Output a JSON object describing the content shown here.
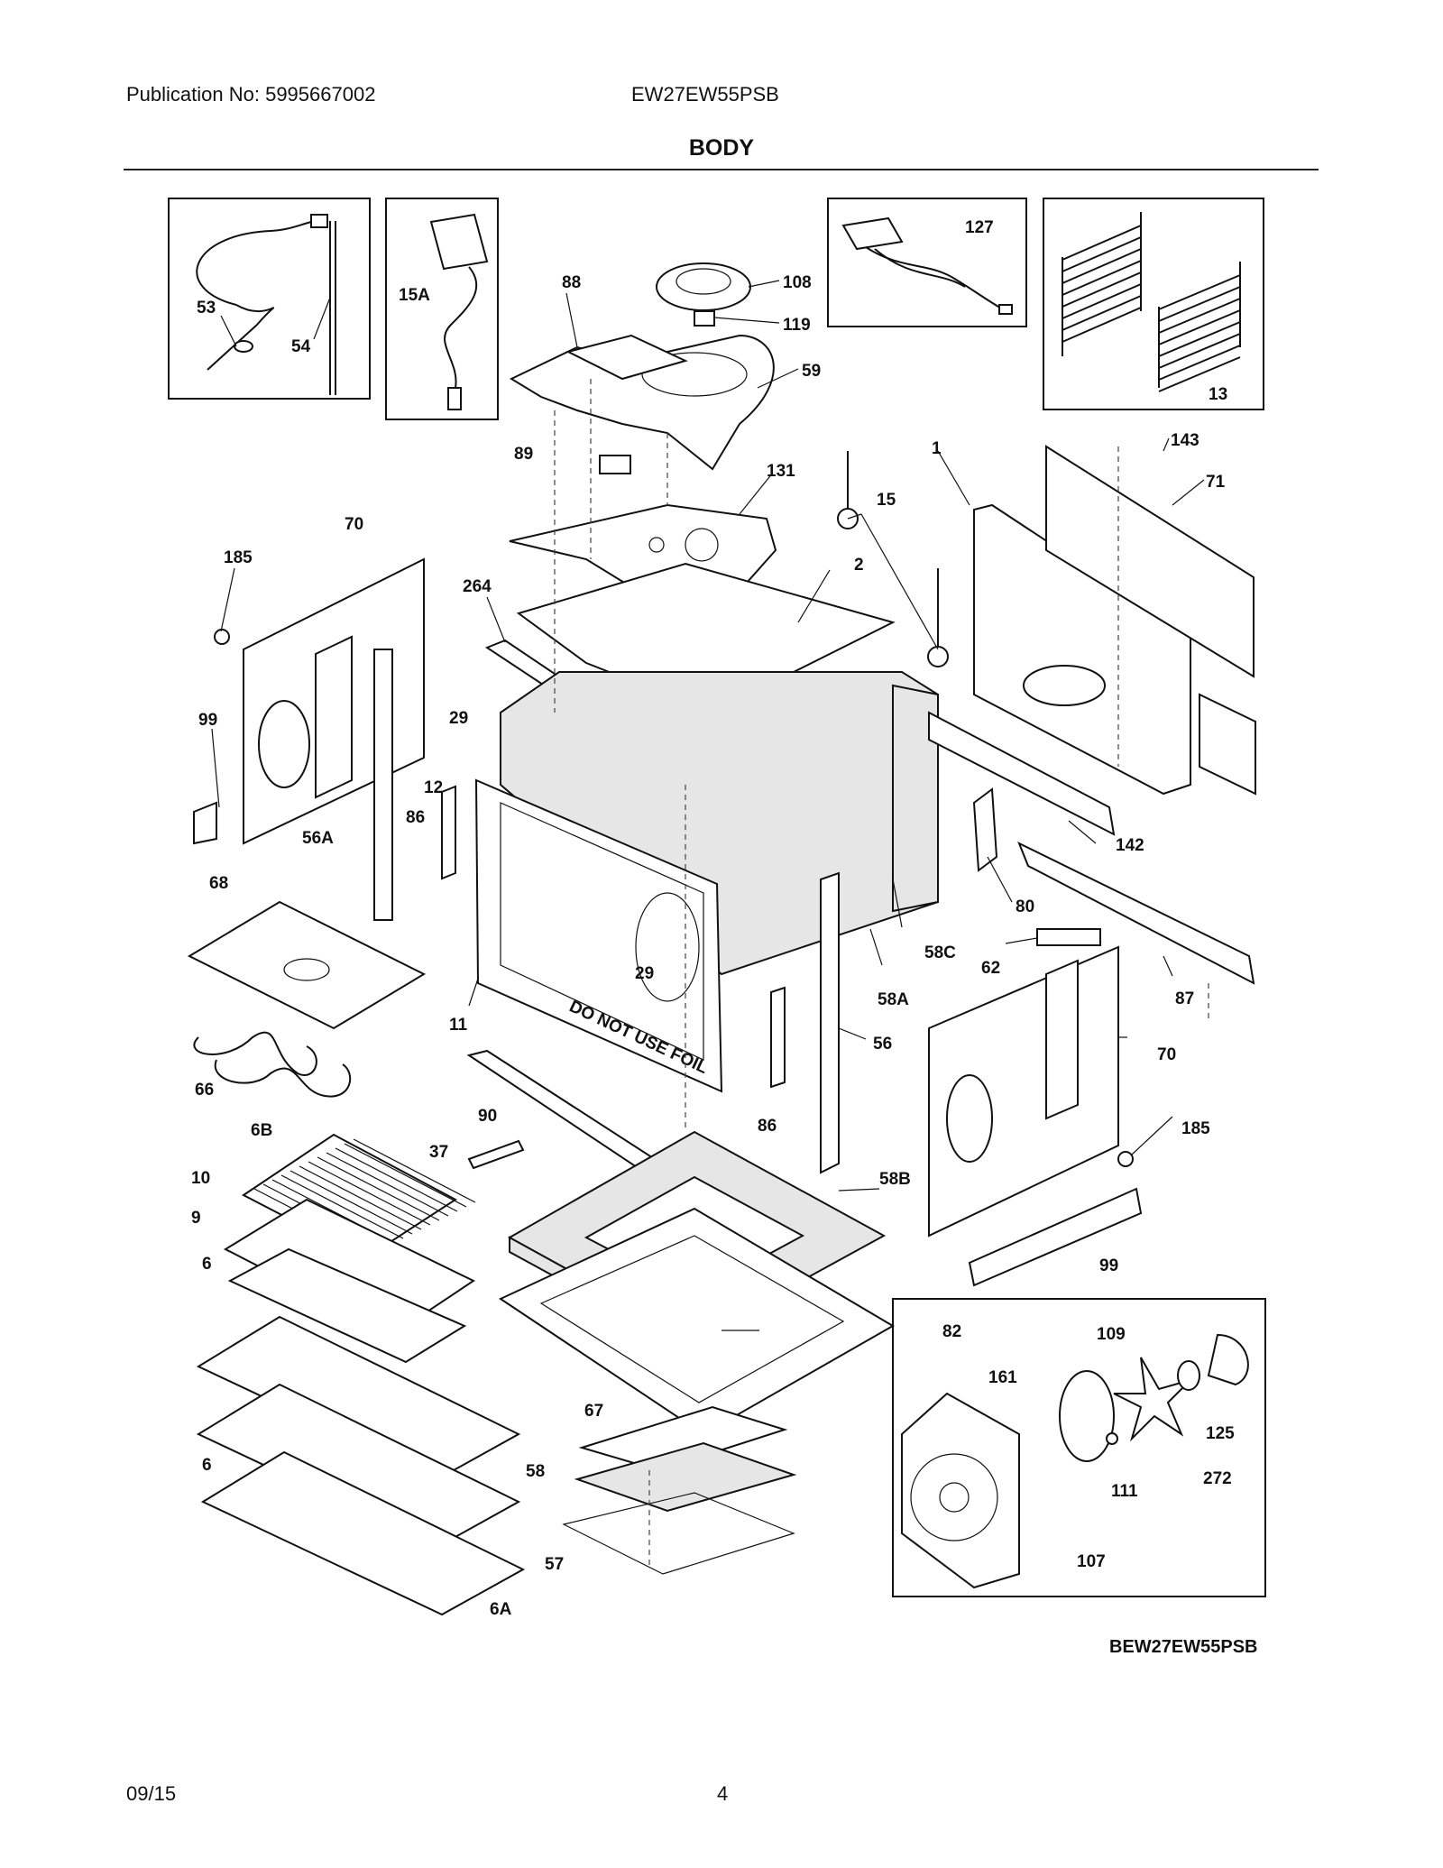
{
  "header": {
    "publication": "Publication No: 5995667002",
    "model": "EW27EW55PSB"
  },
  "title": "BODY",
  "diagram_code": "BEW27EW55PSB",
  "footer": {
    "date": "09/15",
    "page": "4"
  },
  "callouts": [
    {
      "id": "c53",
      "text": "53"
    },
    {
      "id": "c54",
      "text": "54"
    },
    {
      "id": "c15A",
      "text": "15A"
    },
    {
      "id": "c88",
      "text": "88"
    },
    {
      "id": "c108",
      "text": "108"
    },
    {
      "id": "c119",
      "text": "119"
    },
    {
      "id": "c59",
      "text": "59"
    },
    {
      "id": "c127",
      "text": "127"
    },
    {
      "id": "c13",
      "text": "13"
    },
    {
      "id": "c89",
      "text": "89"
    },
    {
      "id": "c131",
      "text": "131"
    },
    {
      "id": "c1",
      "text": "1"
    },
    {
      "id": "c143",
      "text": "143"
    },
    {
      "id": "c71",
      "text": "71"
    },
    {
      "id": "c15",
      "text": "15"
    },
    {
      "id": "c70a",
      "text": "70"
    },
    {
      "id": "c185a",
      "text": "185"
    },
    {
      "id": "c264",
      "text": "264"
    },
    {
      "id": "c2",
      "text": "2"
    },
    {
      "id": "c99a",
      "text": "99"
    },
    {
      "id": "c29a",
      "text": "29"
    },
    {
      "id": "c12",
      "text": "12"
    },
    {
      "id": "c86a",
      "text": "86"
    },
    {
      "id": "c56A",
      "text": "56A"
    },
    {
      "id": "c142",
      "text": "142"
    },
    {
      "id": "c68",
      "text": "68"
    },
    {
      "id": "c80",
      "text": "80"
    },
    {
      "id": "c29b",
      "text": "29"
    },
    {
      "id": "c58C",
      "text": "58C"
    },
    {
      "id": "c62",
      "text": "62"
    },
    {
      "id": "c58A",
      "text": "58A"
    },
    {
      "id": "c87",
      "text": "87"
    },
    {
      "id": "c11",
      "text": "11"
    },
    {
      "id": "c56",
      "text": "56"
    },
    {
      "id": "c70b",
      "text": "70"
    },
    {
      "id": "c66",
      "text": "66"
    },
    {
      "id": "c90",
      "text": "90"
    },
    {
      "id": "c86b",
      "text": "86"
    },
    {
      "id": "c185b",
      "text": "185"
    },
    {
      "id": "c6B",
      "text": "6B"
    },
    {
      "id": "c37",
      "text": "37"
    },
    {
      "id": "c10",
      "text": "10"
    },
    {
      "id": "c58B",
      "text": "58B"
    },
    {
      "id": "c9",
      "text": "9"
    },
    {
      "id": "c99b",
      "text": "99"
    },
    {
      "id": "c6a",
      "text": "6"
    },
    {
      "id": "c82",
      "text": "82"
    },
    {
      "id": "c109",
      "text": "109"
    },
    {
      "id": "c161",
      "text": "161"
    },
    {
      "id": "c67",
      "text": "67"
    },
    {
      "id": "c125",
      "text": "125"
    },
    {
      "id": "c6b",
      "text": "6"
    },
    {
      "id": "c58",
      "text": "58"
    },
    {
      "id": "c272",
      "text": "272"
    },
    {
      "id": "c111",
      "text": "111"
    },
    {
      "id": "c57",
      "text": "57"
    },
    {
      "id": "c107",
      "text": "107"
    },
    {
      "id": "c6A",
      "text": "6A"
    }
  ],
  "notice_text": "DO NOT USE FOIL"
}
